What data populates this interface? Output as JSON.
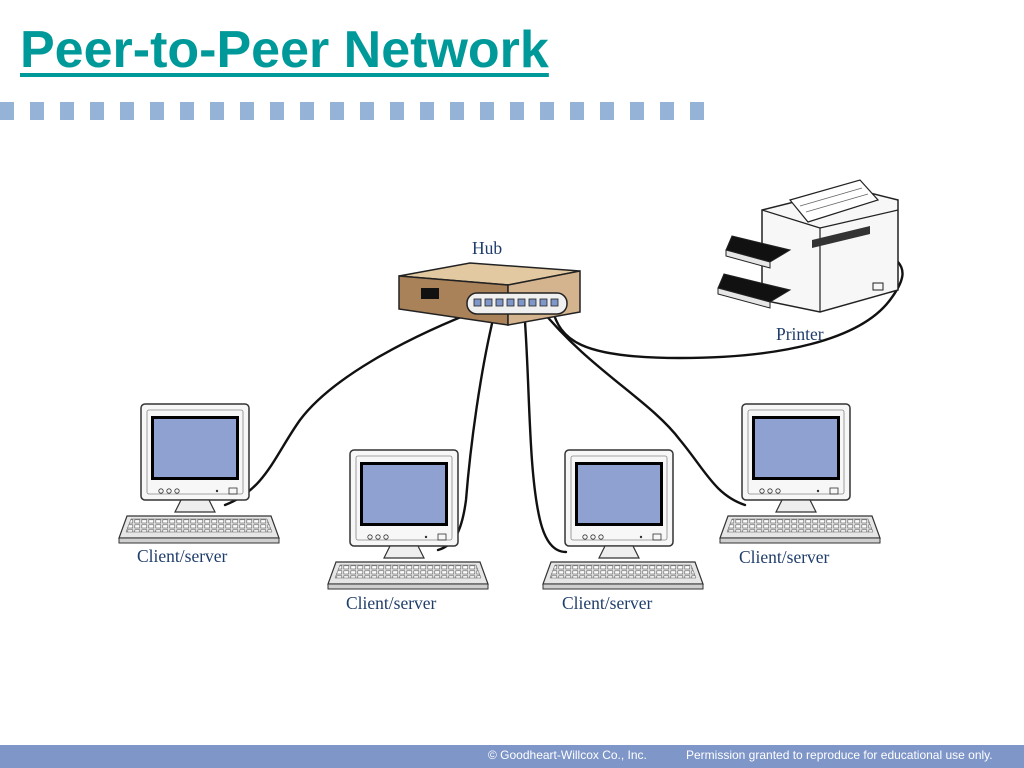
{
  "slide": {
    "title": "Peer-to-Peer Network"
  },
  "diagram": {
    "hub": {
      "label": "Hub"
    },
    "printer": {
      "label": "Printer"
    },
    "clients": [
      {
        "label": "Client/server"
      },
      {
        "label": "Client/server"
      },
      {
        "label": "Client/server"
      },
      {
        "label": "Client/server"
      }
    ]
  },
  "footer": {
    "copyright": "© Goodheart-Willcox Co., Inc.",
    "permission": "Permission granted to reproduce for educational use only."
  },
  "colors": {
    "title": "#009999",
    "rule": "#95b3d7",
    "footer_bar": "#7f96c8",
    "screen": "#8ea1d1",
    "hub_body": "#d4b48e",
    "label": "#1f3d6b"
  },
  "icons": [
    "hub-icon",
    "printer-icon",
    "computer-icon",
    "keyboard-icon"
  ]
}
